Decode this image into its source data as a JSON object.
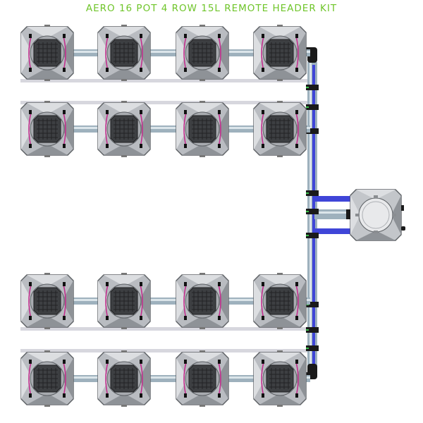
{
  "title": "AERO 16 POT 4 ROW 15L REMOTE HEADER KIT",
  "colors": {
    "title": "#6fc52a",
    "pot_body": "#b9bcc1",
    "pot_edge": "#5b5f63",
    "pot_shade": "#8e9297",
    "pot_light": "#dcdee1",
    "basket": "#3d3f42",
    "basket_grid": "#222325",
    "clip": "#c2308e",
    "pipe": "#9eb1bd",
    "pipe_light": "#dbe5ea",
    "supply_line": "#3f45d8",
    "rail": "#d7d7de",
    "connector": "#1a1a1a",
    "connector_accent": "#3cbf4a",
    "tank_body": "#c3c6ca"
  },
  "layout_spec": {
    "rows": 4,
    "pots_per_row": 4,
    "pot_volume": "15L",
    "header": "remote",
    "icons": [
      "pot-icon",
      "basket-icon",
      "clip-icon",
      "header-tank-icon",
      "elbow-connector-icon"
    ]
  }
}
